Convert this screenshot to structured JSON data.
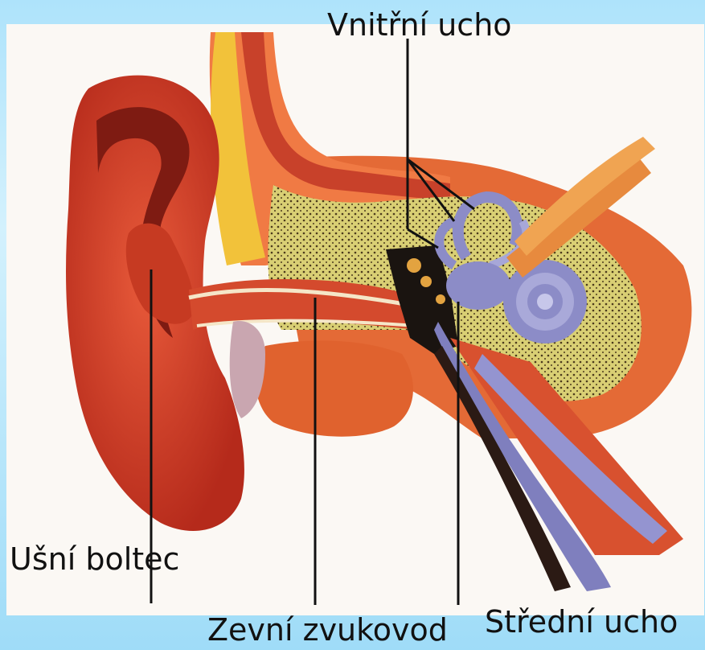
{
  "labels": {
    "inner_ear": "Vnitřní ucho",
    "pinna": "Ušní boltec",
    "ear_canal": "Zevní zvukovod",
    "middle_ear": "Střední ucho"
  },
  "colors": {
    "background": "#aee3fb",
    "panel": "#fbf8f4",
    "pinna": "#d9412a",
    "pinna_dark": "#8e1f16",
    "skin": "#e8683c",
    "fat": "#f2c23a",
    "bone": "#d9cf74",
    "cochlea": "#8c8cc7",
    "leader_line": "#111111"
  }
}
